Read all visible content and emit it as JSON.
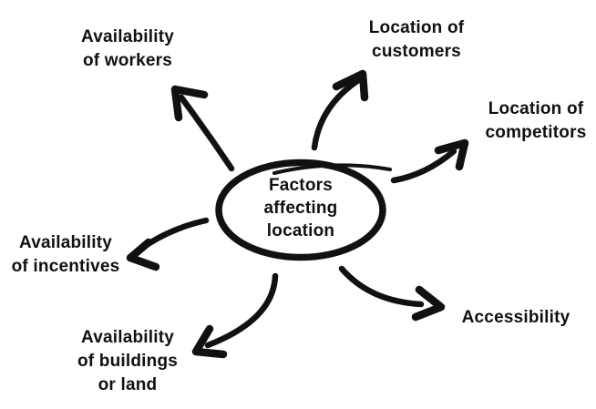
{
  "diagram": {
    "colors": {
      "ink": "#111111",
      "background": "#ffffff"
    },
    "center": {
      "label": "Factors\naffecting\nlocation"
    },
    "nodes": [
      {
        "id": "workers",
        "label": "Availability\nof workers"
      },
      {
        "id": "customers",
        "label": "Location of\ncustomers"
      },
      {
        "id": "competitors",
        "label": "Location of\ncompetitors"
      },
      {
        "id": "incentives",
        "label": "Availability\nof incentives"
      },
      {
        "id": "buildings",
        "label": "Availability\nof buildings\nor land"
      },
      {
        "id": "accessibility",
        "label": "Accessibility"
      }
    ]
  }
}
